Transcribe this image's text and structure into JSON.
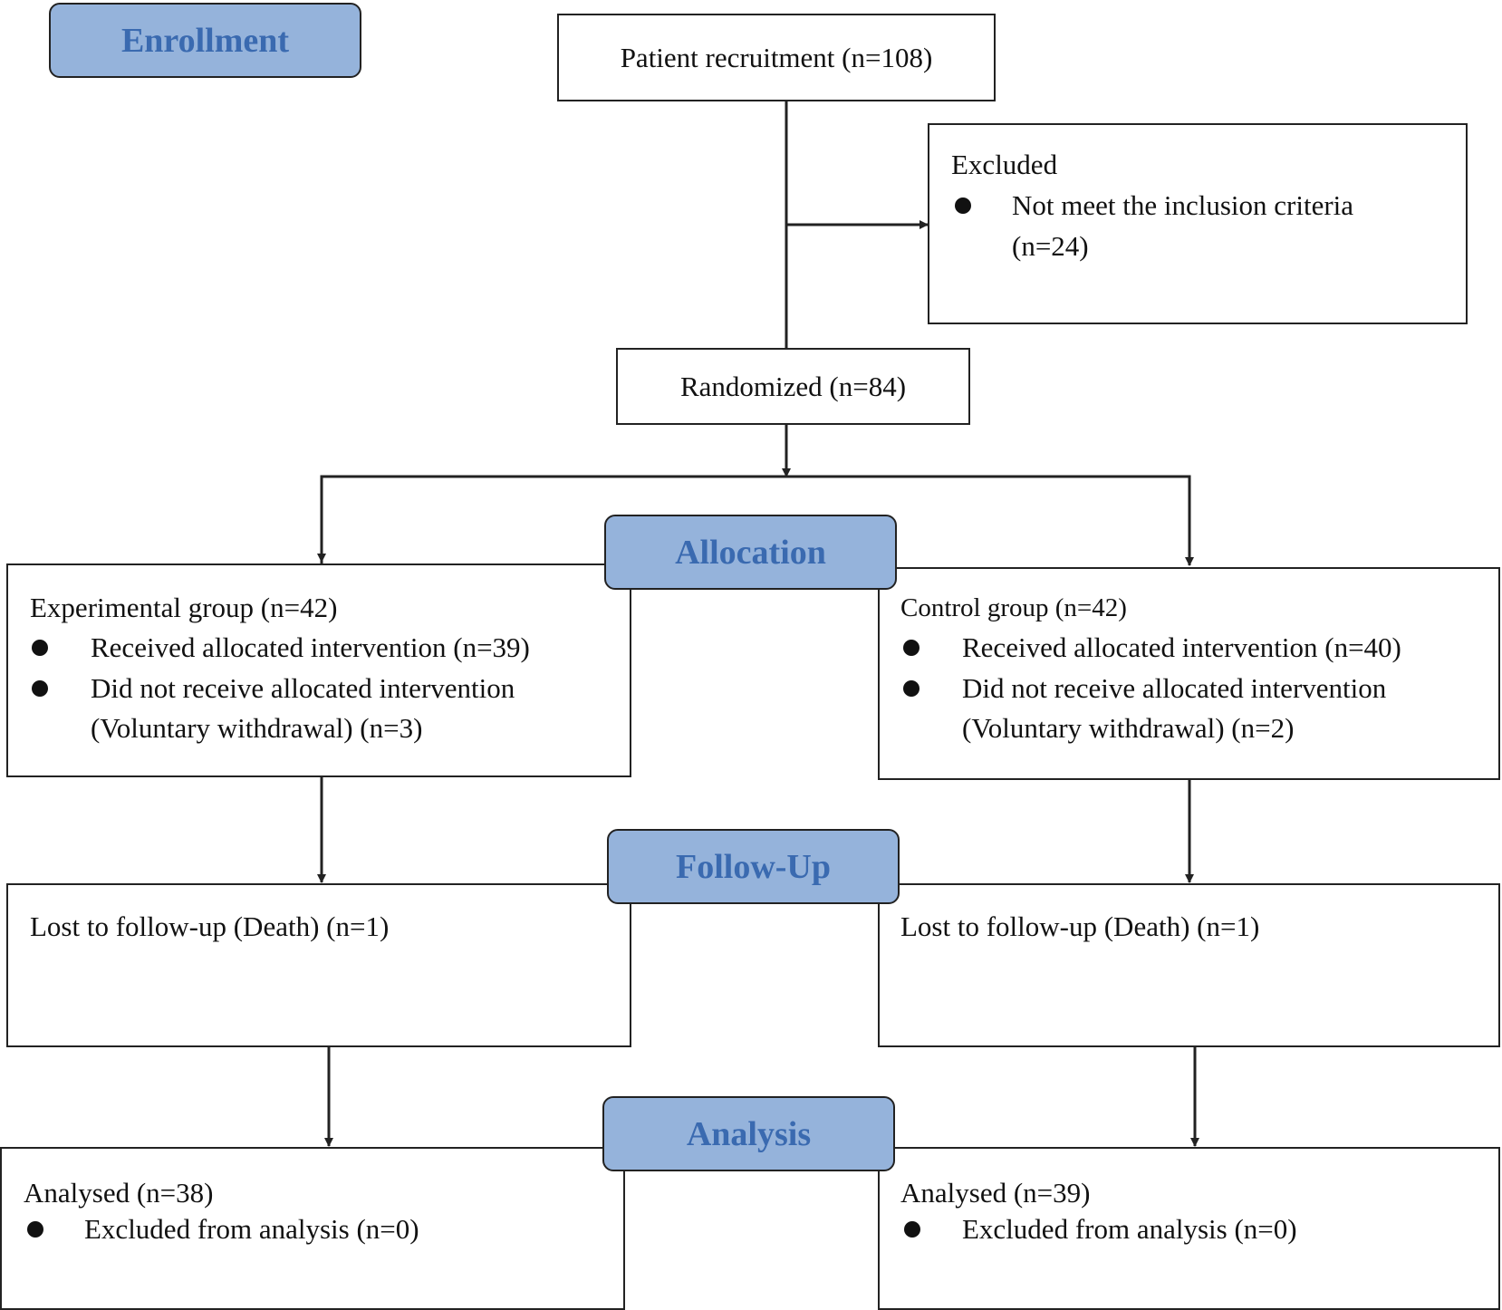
{
  "stages": {
    "enrollment": "Enrollment",
    "allocation": "Allocation",
    "follow_up": "Follow-Up",
    "analysis": "Analysis"
  },
  "recruitment": "Patient recruitment (n=108)",
  "excluded": {
    "title": "Excluded",
    "items": [
      "Not meet the inclusion criteria",
      "(n=24)"
    ]
  },
  "randomized": "Randomized (n=84)",
  "experimental": {
    "title": "Experimental group (n=42)",
    "item1": "Received allocated intervention (n=39)",
    "item2": "Did not receive allocated intervention",
    "item2_cont": "(Voluntary withdrawal) (n=3)",
    "followup": "Lost to follow-up (Death) (n=1)",
    "analysed": "Analysed (n=38)",
    "analysis_item": "Excluded from analysis (n=0)"
  },
  "control": {
    "title": "Control group (n=42)",
    "item1": "Received allocated intervention (n=40)",
    "item2": "Did not receive allocated intervention",
    "item2_cont": "(Voluntary withdrawal) (n=2)",
    "followup": "Lost to follow-up (Death) (n=1)",
    "analysed": "Analysed (n=39)",
    "analysis_item": "Excluded from analysis (n=0)"
  },
  "colors": {
    "stage_fill": "#95b3db",
    "stage_text": "#3a6ab0",
    "line": "#222222"
  }
}
